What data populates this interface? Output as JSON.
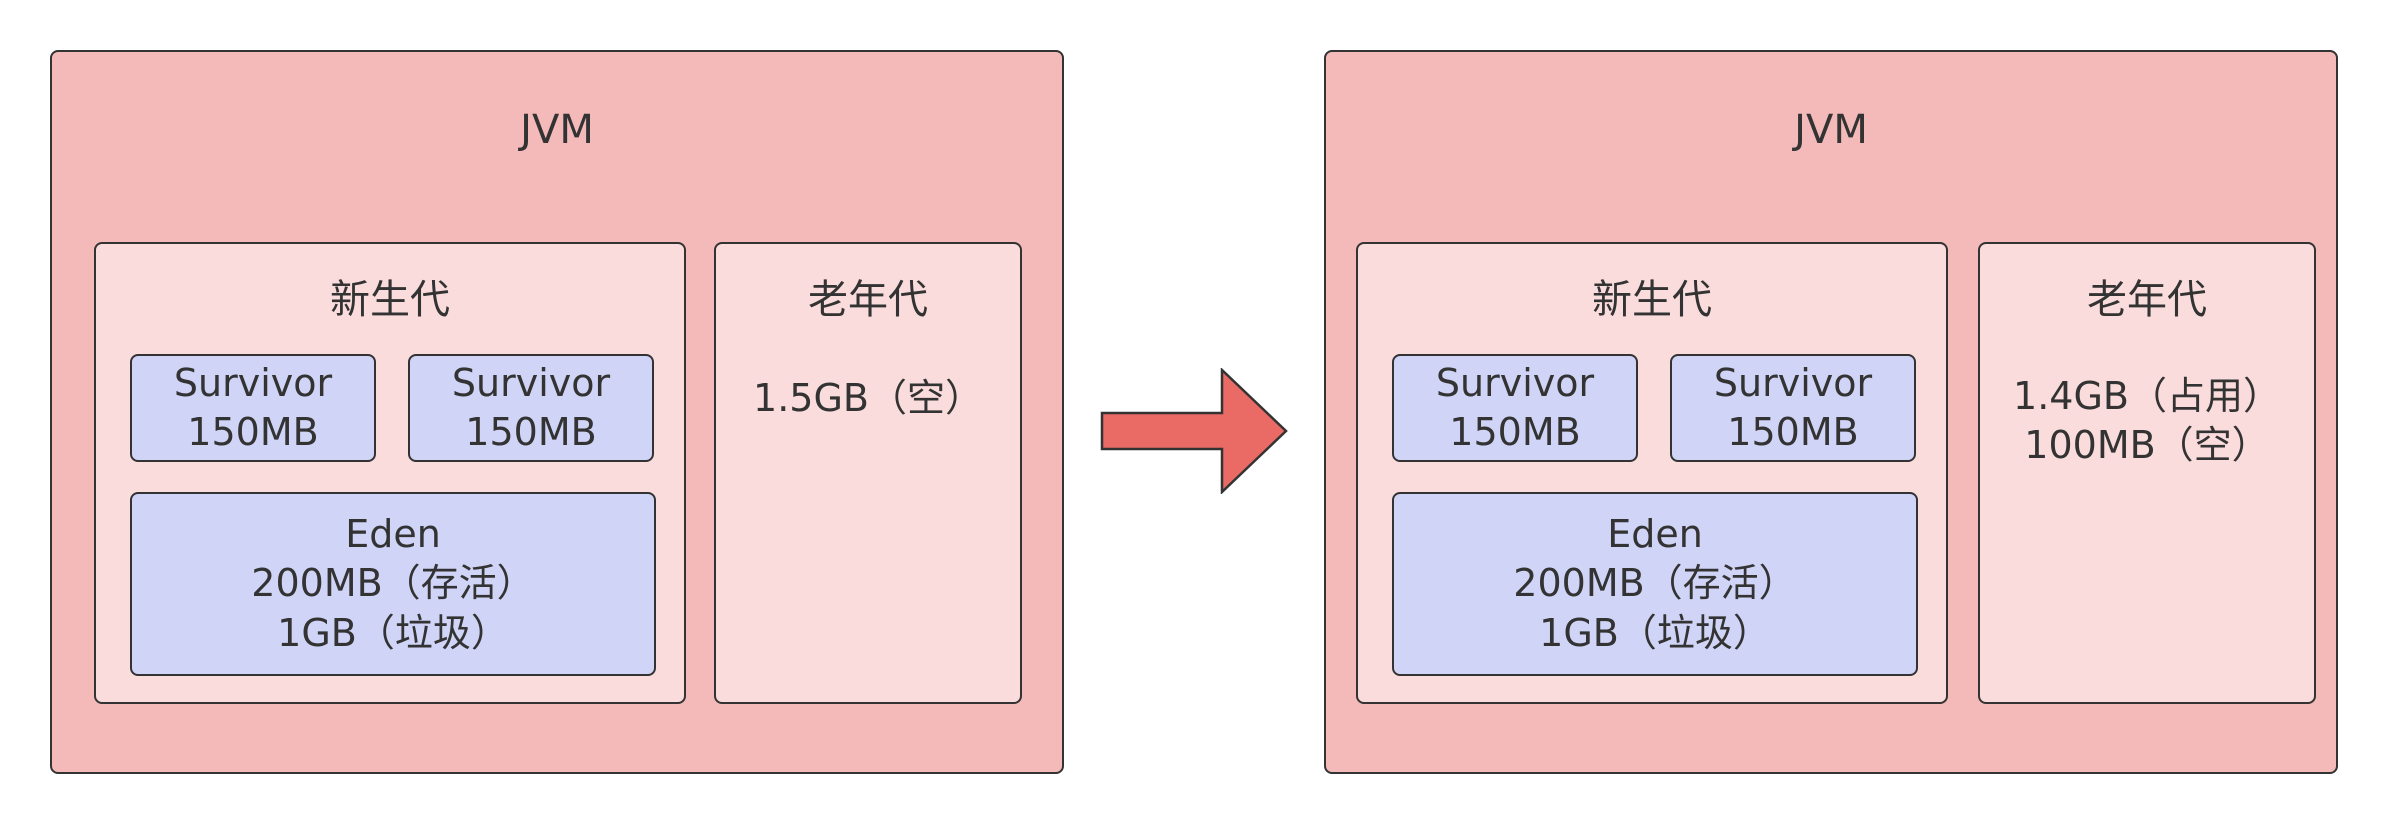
{
  "panels": [
    {
      "jvm_label": "JVM",
      "young_gen": {
        "title": "新生代",
        "survivor1": {
          "name": "Survivor",
          "size": "150MB"
        },
        "survivor2": {
          "name": "Survivor",
          "size": "150MB"
        },
        "eden": {
          "name": "Eden",
          "line1": "200MB（存活）",
          "line2": "1GB（垃圾）"
        }
      },
      "old_gen": {
        "title": "老年代",
        "line1": "1.5GB（空）"
      }
    },
    {
      "jvm_label": "JVM",
      "young_gen": {
        "title": "新生代",
        "survivor1": {
          "name": "Survivor",
          "size": "150MB"
        },
        "survivor2": {
          "name": "Survivor",
          "size": "150MB"
        },
        "eden": {
          "name": "Eden",
          "line1": "200MB（存活）",
          "line2": "1GB（垃圾）"
        }
      },
      "old_gen": {
        "title": "老年代",
        "line1": "1.4GB（占用）",
        "line2": "100MB（空）"
      }
    }
  ],
  "colors": {
    "jvm_fill": "#f4b9b9",
    "generation_fill": "#fadcdc",
    "region_fill": "#d0d4f7",
    "arrow_fill": "#ea6b66",
    "stroke": "#333333"
  }
}
